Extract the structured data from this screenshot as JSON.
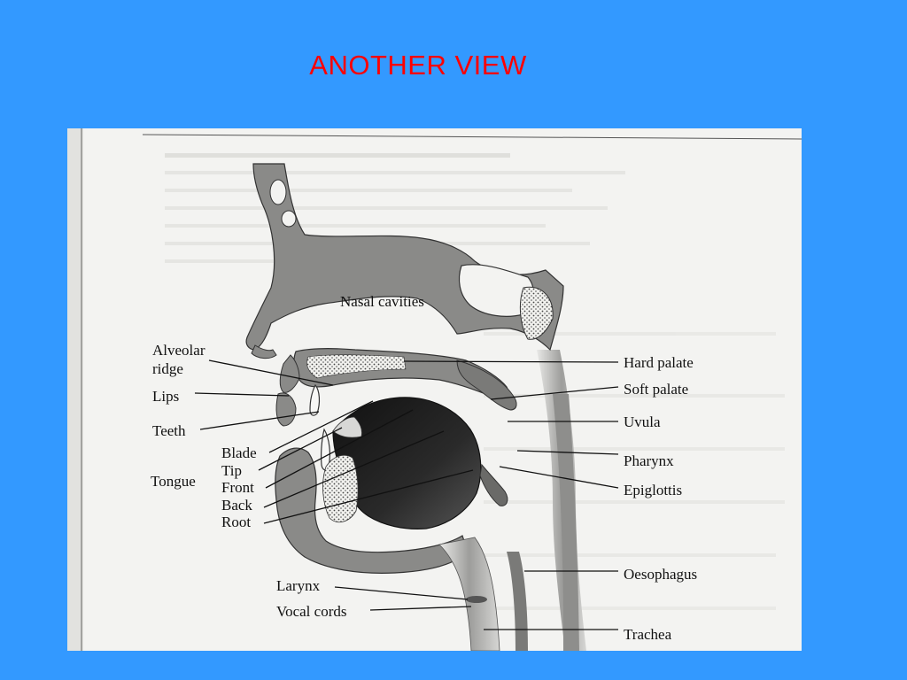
{
  "slide": {
    "title": "ANOTHER VIEW",
    "background": "#3399ff",
    "title_color": "#ff0000"
  },
  "diagram": {
    "labels": {
      "nasal_cavities": "Nasal cavities",
      "alveolar_1": "Alveolar",
      "alveolar_2": "ridge",
      "lips": "Lips",
      "teeth": "Teeth",
      "tongue": "Tongue",
      "blade": "Blade",
      "tip": "Tip",
      "front": "Front",
      "back": "Back",
      "root": "Root",
      "hard_palate": "Hard palate",
      "soft_palate": "Soft palate",
      "uvula": "Uvula",
      "pharynx": "Pharynx",
      "epiglottis": "Epiglottis",
      "oesophagus": "Oesophagus",
      "larynx": "Larynx",
      "vocal_cords": "Vocal cords",
      "trachea": "Trachea"
    }
  }
}
